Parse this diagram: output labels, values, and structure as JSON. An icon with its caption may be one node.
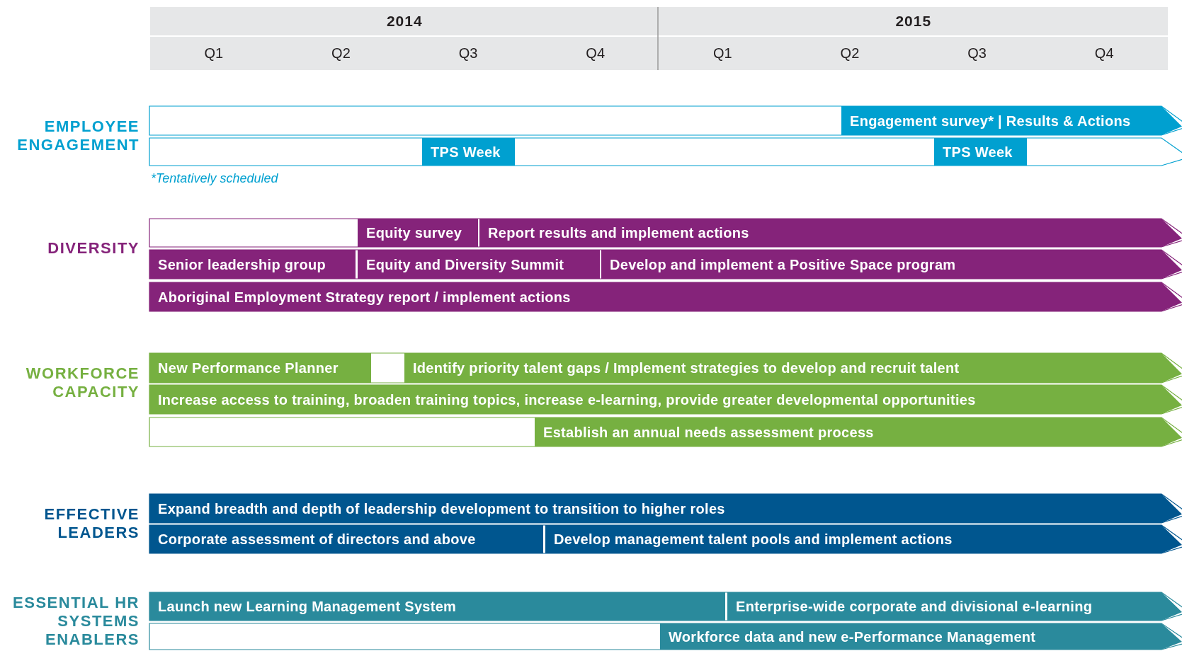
{
  "diagram": {
    "nodes": [
      {
        "text": [
          "Engagement survey* | Results & Actions"
        ]
      },
      {
        "text": [
          "TPS Week"
        ]
      },
      {
        "text": [
          "TPS Week"
        ]
      },
      {
        "text": [
          "Equity survey"
        ]
      },
      {
        "text": [
          "Report results and implement actions"
        ]
      },
      {
        "text": [
          "Senior leadership group"
        ]
      },
      {
        "text": [
          "Equity and Diversity Summit"
        ]
      },
      {
        "text": [
          "Develop and implement a Positive Space program"
        ]
      },
      {
        "text": [
          "Aboriginal Employment Strategy report / implement actions"
        ]
      },
      {
        "text": [
          "New Performance Planner"
        ]
      },
      {
        "text": [
          "Identify priority talent gaps / Implement strategies to develop and recruit talent"
        ]
      },
      {
        "text": [
          "Increase access to training, broaden training topics, increase e-learning, provide greater developmental opportunities"
        ]
      },
      {
        "text": [
          "Establish an annual needs assessment process"
        ]
      },
      {
        "text": [
          "Expand breadth and depth of leadership development to transition to higher roles"
        ]
      },
      {
        "text": [
          "Corporate assessment of directors and above"
        ]
      },
      {
        "text": [
          "Develop management talent pools and implement actions"
        ]
      },
      {
        "text": [
          "Launch new Learning Management System"
        ]
      },
      {
        "text": [
          "Enterprise-wide corporate and divisional e-learning"
        ]
      },
      {
        "text": [
          "Workforce data and new e-Performance Management"
        ]
      }
    ],
    "labels": [
      "2014",
      "2015",
      "Q1",
      "Q2",
      "Q3",
      "Q4",
      "Q1",
      "Q2",
      "Q3",
      "Q4",
      "EMPLOYEE ENGAGEMENT",
      "*Tentatively scheduled",
      "DIVERSITY",
      "WORKFORCE CAPACITY",
      "EFFECTIVE LEADERS",
      "ESSENTIAL HR SYSTEMS ENABLERS"
    ]
  }
}
